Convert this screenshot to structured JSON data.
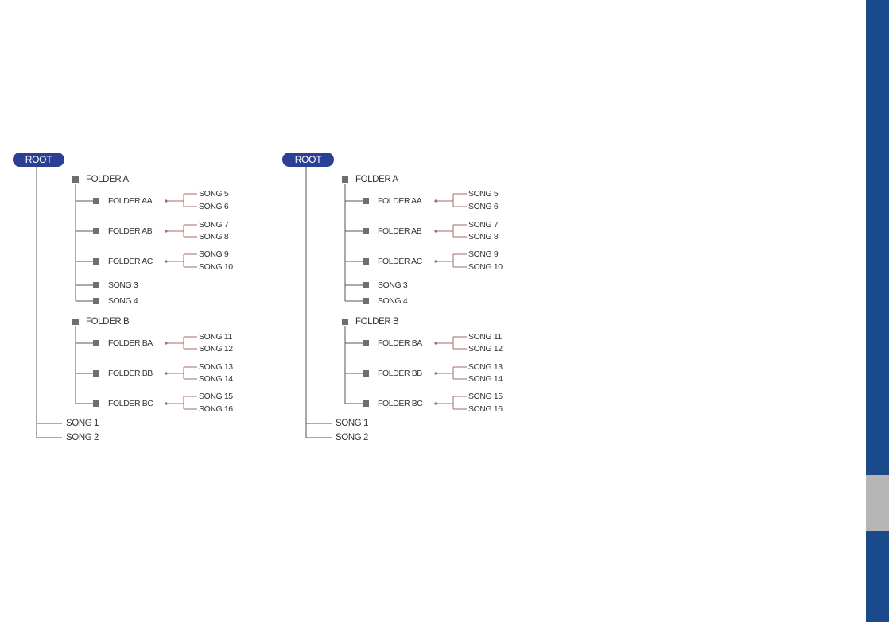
{
  "diagrams": [
    {
      "root": "ROOT",
      "folder_a": {
        "label": "FOLDER A",
        "folder_aa": {
          "label": "FOLDER AA",
          "songs": [
            "SONG 5",
            "SONG 6"
          ]
        },
        "folder_ab": {
          "label": "FOLDER AB",
          "songs": [
            "SONG 7",
            "SONG 8"
          ]
        },
        "folder_ac": {
          "label": "FOLDER AC",
          "songs": [
            "SONG 9",
            "SONG 10"
          ]
        },
        "songs": [
          "SONG 3",
          "SONG 4"
        ]
      },
      "folder_b": {
        "label": "FOLDER B",
        "folder_ba": {
          "label": "FOLDER BA",
          "songs": [
            "SONG 11",
            "SONG 12"
          ]
        },
        "folder_bb": {
          "label": "FOLDER BB",
          "songs": [
            "SONG 13",
            "SONG 14"
          ]
        },
        "folder_bc": {
          "label": "FOLDER BC",
          "songs": [
            "SONG 15",
            "SONG 16"
          ]
        }
      },
      "root_songs": [
        "SONG 1",
        "SONG 2"
      ]
    },
    {
      "root": "ROOT",
      "folder_a": {
        "label": "FOLDER A",
        "folder_aa": {
          "label": "FOLDER AA",
          "songs": [
            "SONG 5",
            "SONG 6"
          ]
        },
        "folder_ab": {
          "label": "FOLDER AB",
          "songs": [
            "SONG 7",
            "SONG 8"
          ]
        },
        "folder_ac": {
          "label": "FOLDER AC",
          "songs": [
            "SONG 9",
            "SONG 10"
          ]
        },
        "songs": [
          "SONG 3",
          "SONG 4"
        ]
      },
      "folder_b": {
        "label": "FOLDER B",
        "folder_ba": {
          "label": "FOLDER BA",
          "songs": [
            "SONG 11",
            "SONG 12"
          ]
        },
        "folder_bb": {
          "label": "FOLDER BB",
          "songs": [
            "SONG 13",
            "SONG 14"
          ]
        },
        "folder_bc": {
          "label": "FOLDER BC",
          "songs": [
            "SONG 15",
            "SONG 16"
          ]
        }
      },
      "root_songs": [
        "SONG 1",
        "SONG 2"
      ]
    }
  ],
  "colors": {
    "sidebar_blue": "#1b4a8c",
    "sidebar_gray": "#b6b6b6",
    "root_pill": "#2b3f95",
    "tree_line": "#555555",
    "folder_square": "#6e6e6e",
    "song_connector": "#a56a6a"
  }
}
